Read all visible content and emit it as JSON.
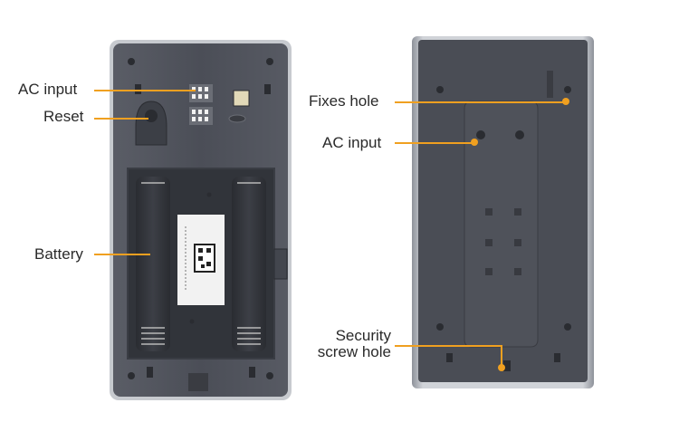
{
  "annotations": {
    "left": {
      "ac_input": "AC input",
      "reset": "Reset",
      "battery": "Battery"
    },
    "right": {
      "fixes_hole": "Fixes hole",
      "ac_input": "AC input",
      "security_line1": "Security",
      "security_line2": "screw hole"
    }
  },
  "colors": {
    "leader": "#f0a020",
    "device_body": "#4a4d55",
    "device_rim": "#bfc2c8"
  }
}
